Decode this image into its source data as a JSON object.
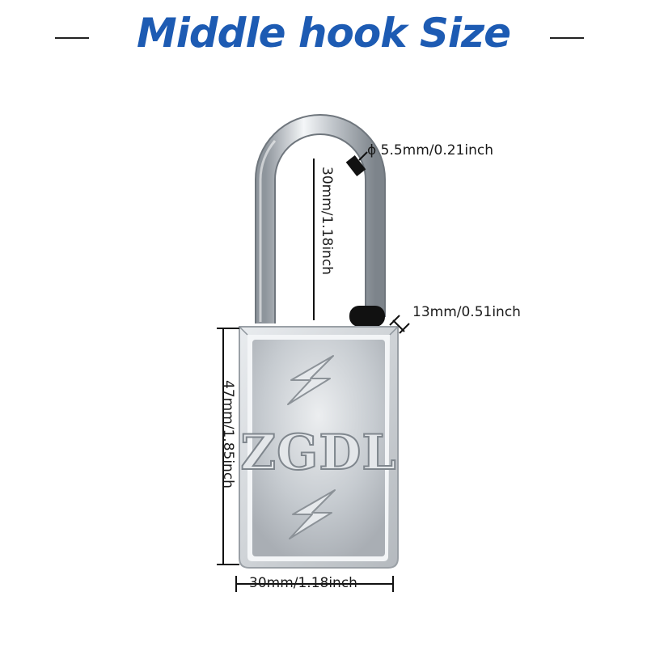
{
  "title": "Middle hook Size",
  "colors": {
    "title": "#1d5bb3",
    "steel": "#c9ced4",
    "line": "#111111"
  },
  "product": {
    "brand": "ZGDL",
    "icons": [
      "lightning-bolt-icon",
      "lightning-bolt-icon"
    ]
  },
  "dimensions": {
    "shackle_diameter": "5.5mm/0.21inch",
    "shackle_diameter_symbol": "ϕ",
    "shackle_clearance": "30mm/1.18inch",
    "body_thickness": "13mm/0.51inch",
    "body_height": "47mm/1.85inch",
    "body_width": "30mm/1.18inch"
  }
}
